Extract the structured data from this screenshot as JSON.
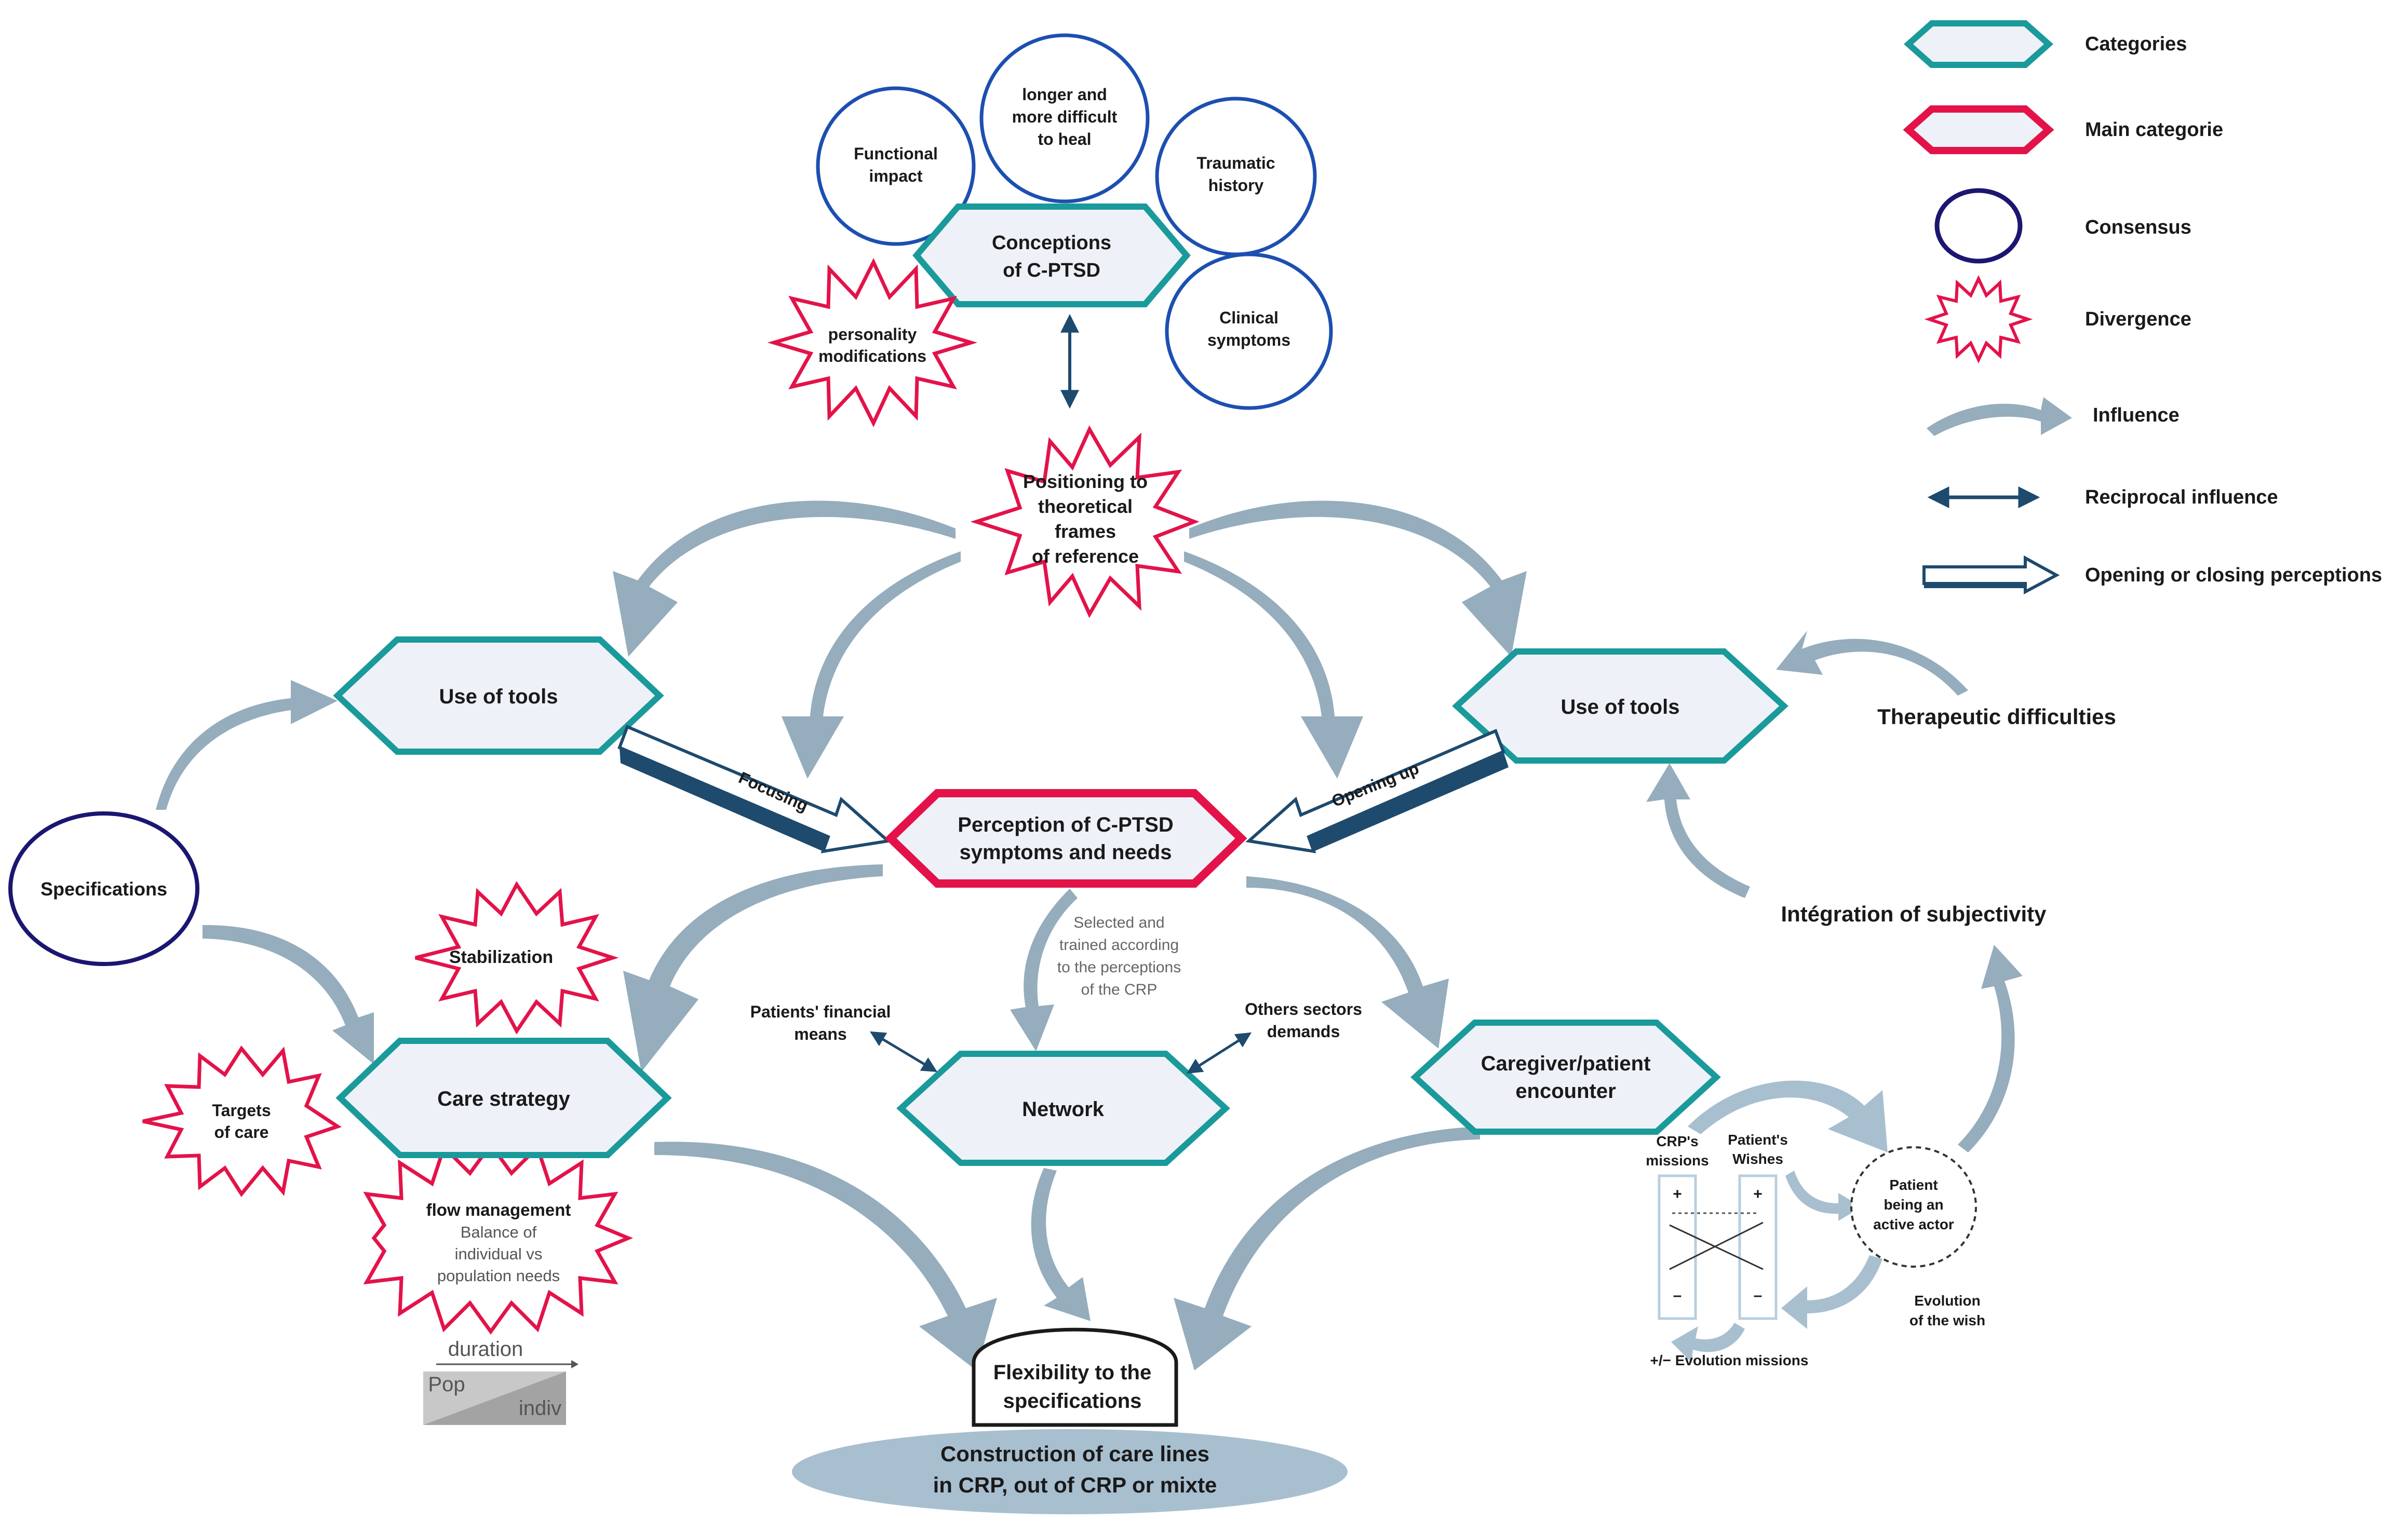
{
  "legend": {
    "categories": "Categories",
    "main_category": "Main categorie",
    "consensus": "Consensus",
    "divergence": "Divergence",
    "influence": "Influence",
    "reciprocal": "Reciprocal influence",
    "opening_closing": "Opening or closing perceptions"
  },
  "conceptions": {
    "line1": "Conceptions",
    "line2": "of C-PTSD"
  },
  "consensus_items": {
    "functional_1": "Functional",
    "functional_2": "impact",
    "longer_1": "longer and",
    "longer_2": "more difficult",
    "longer_3": "to heal",
    "traumatic_1": "Traumatic",
    "traumatic_2": "history",
    "clinical_1": "Clinical",
    "clinical_2": "symptoms"
  },
  "divergence_items": {
    "personality_1": "personality",
    "personality_2": "modifications",
    "positioning_1": "Positioning to",
    "positioning_2": "theoretical",
    "positioning_3": "frames",
    "positioning_4": "of reference",
    "stabilization": "Stabilization",
    "targets_1": "Targets",
    "targets_2": "of care",
    "flow_1": "flow management",
    "flow_2": "Balance of",
    "flow_3": "individual vs",
    "flow_4": "population needs"
  },
  "categories": {
    "use_tools_left": "Use of tools",
    "use_tools_right": "Use of tools",
    "care_strategy": "Care strategy",
    "network": "Network",
    "encounter_1": "Caregiver/patient",
    "encounter_2": "encounter"
  },
  "main": {
    "line1": "Perception of C-PTSD",
    "line2": "symptoms and needs"
  },
  "arrows": {
    "focusing": "Focusing",
    "opening_up": "Opening up"
  },
  "labels": {
    "specifications": "Specifications",
    "therapeutic": "Therapeutic difficulties",
    "integration": "Intégration of subjectivity",
    "selected_1": "Selected and",
    "selected_2": "trained according",
    "selected_3": "to the perceptions",
    "selected_4": "of the CRP",
    "financial_1": "Patients' financial",
    "financial_2": "means",
    "sectors_1": "Others sectors",
    "sectors_2": "demands",
    "duration": "duration",
    "pop": "Pop",
    "indiv": "indiv"
  },
  "encounter_detail": {
    "crp_1": "CRP's",
    "crp_2": "missions",
    "wishes_1": "Patient's",
    "wishes_2": "Wishes",
    "plus": "+",
    "minus": "–",
    "actor_1": "Patient",
    "actor_2": "being an",
    "actor_3": "active actor",
    "evolution_1": "Evolution",
    "evolution_2": "of the wish",
    "evolution_missions": "+/− Evolution missions"
  },
  "flexibility": {
    "line1": "Flexibility to the",
    "line2": "specifications"
  },
  "construction": {
    "line1": "Construction of care lines",
    "line2": "in CRP, out of CRP or mixte"
  },
  "colors": {
    "teal": "#1a9a9a",
    "red": "#e3134a",
    "navy": "#1b1670",
    "blue_circle": "#1c4fb0",
    "arrow": "#95adbd",
    "arrow_light": "#a8bfd0",
    "dark_arrow": "#1e4a6e",
    "fill": "#eef2f8"
  }
}
